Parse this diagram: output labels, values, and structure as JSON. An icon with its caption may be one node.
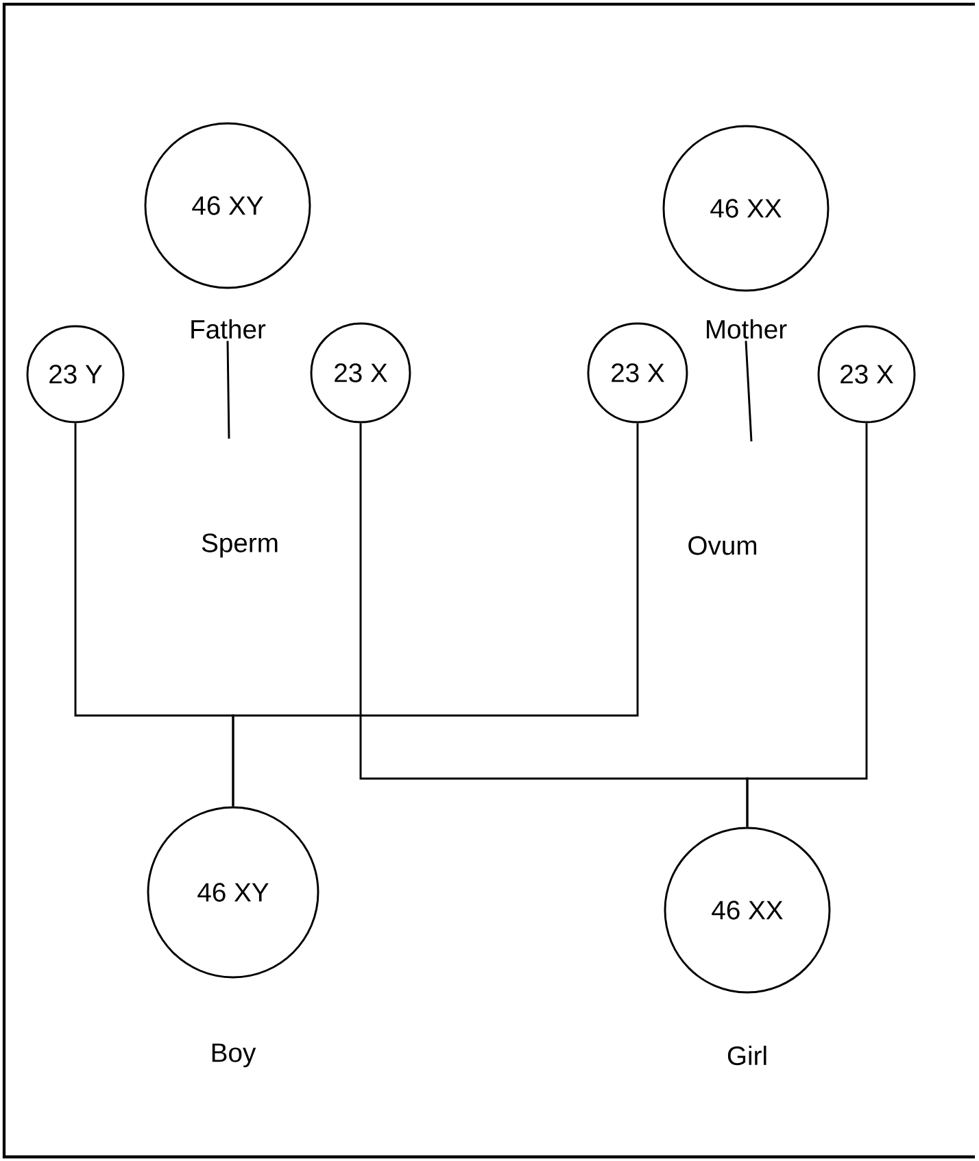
{
  "diagram": {
    "nodes": [
      {
        "text": [
          "46 XY"
        ],
        "beside": [
          "Father"
        ]
      },
      {
        "text": [
          "46 XX"
        ],
        "beside": [
          "Mother"
        ]
      },
      {
        "text": [
          "23 Y"
        ]
      },
      {
        "text": [
          "23 X"
        ]
      },
      {
        "text": [
          "23 X"
        ]
      },
      {
        "text": [
          "23 X"
        ]
      },
      {
        "text": [
          "46 XY"
        ],
        "beside": [
          "Boy"
        ]
      },
      {
        "text": [
          "46 XX"
        ],
        "beside": [
          "Girl"
        ]
      }
    ],
    "edges": [
      {
        "from": 0,
        "to": null,
        "arrow": "none"
      },
      {
        "from": 1,
        "to": null,
        "arrow": "none"
      },
      {
        "from": 2,
        "to": 6,
        "arrow": "none"
      },
      {
        "from": 4,
        "to": 6,
        "arrow": "none"
      },
      {
        "from": 3,
        "to": 7,
        "arrow": "none"
      },
      {
        "from": 5,
        "to": 7,
        "arrow": "none"
      }
    ],
    "labels": [
      "Sperm",
      "Ovum"
    ]
  }
}
